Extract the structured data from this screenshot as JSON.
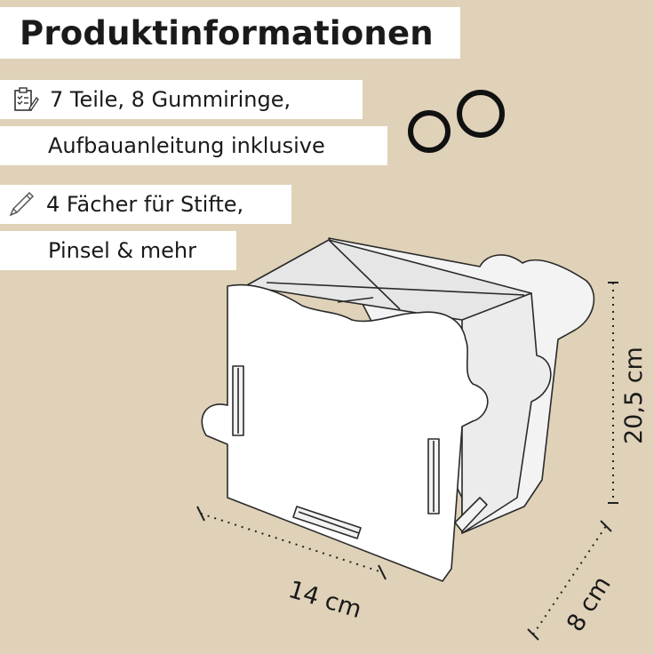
{
  "title": "Produktinformationen",
  "info": {
    "parts_line1": "7 Teile, 8 Gummiringe,",
    "parts_line2": "Aufbauanleitung inklusive",
    "compartments_line1": "4 Fächer für Stifte,",
    "compartments_line2": "Pinsel & mehr"
  },
  "dimensions": {
    "width": "14 cm",
    "depth": "8 cm",
    "height": "20,5 cm"
  },
  "icons": {
    "checklist": "checklist-icon",
    "pencil": "pencil-icon",
    "rubber_rings": "rubber-rings-icon"
  },
  "colors": {
    "background": "#dfd2b8",
    "panel": "#ffffff",
    "text": "#1a1a1a"
  }
}
